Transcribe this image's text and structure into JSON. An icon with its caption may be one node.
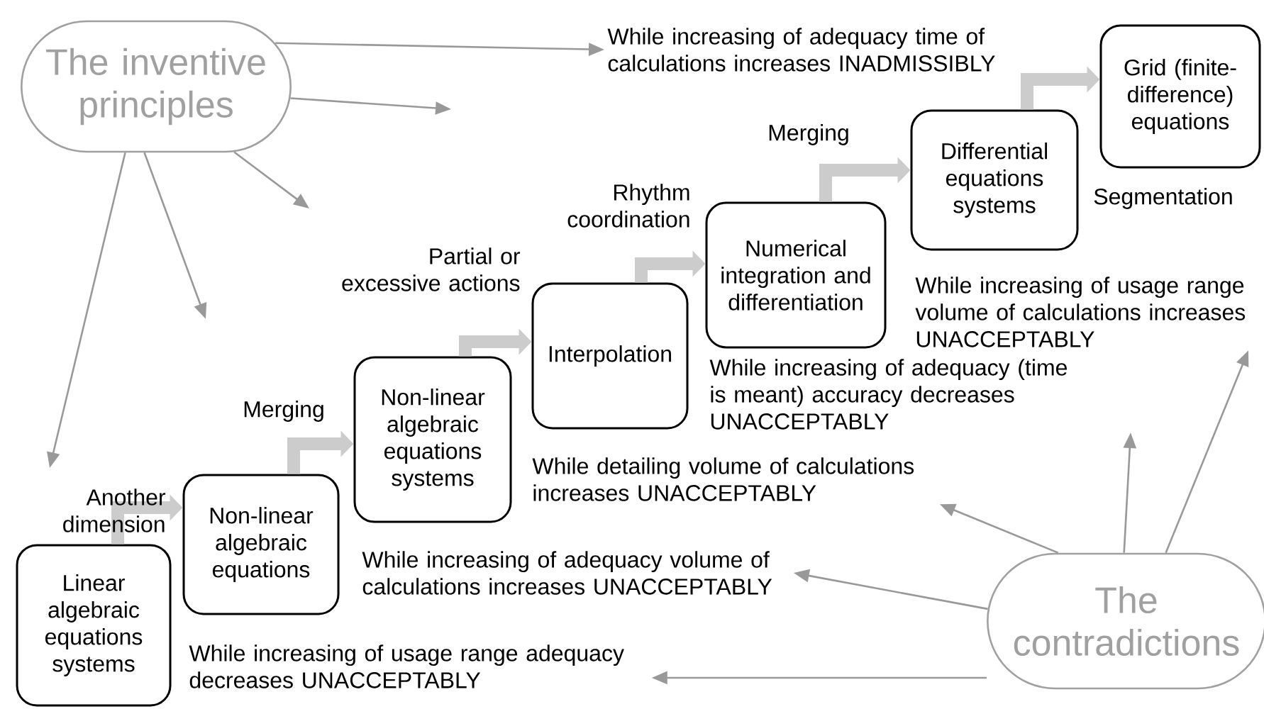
{
  "diagram": {
    "nodes": [
      {
        "text": [
          "The inventive principles"
        ]
      },
      {
        "text": [
          "Linear algebraic equations systems"
        ]
      },
      {
        "text": [
          "Non-linear algebraic equations"
        ]
      },
      {
        "text": [
          "Non-linear algebraic equations systems"
        ]
      },
      {
        "text": [
          "Interpolation"
        ]
      },
      {
        "text": [
          "Numerical integration and differentiation"
        ]
      },
      {
        "text": [
          "Differential equations systems"
        ]
      },
      {
        "text": [
          "Grid (finite-difference) equations"
        ]
      },
      {
        "text": [
          "The contradictions"
        ]
      },
      {
        "text": [
          "While increasing of adequacy time of calculations increases INADMISSIBLY"
        ]
      },
      {
        "text": [
          "While increasing of usage range volume of calculations increases UNACCEPTABLY"
        ]
      },
      {
        "text": [
          "While increasing of adequacy (time is meant) accuracy decreases UNACCEPTABLY"
        ]
      },
      {
        "text": [
          "While detailing volume of calculations increases UNACCEPTABLY"
        ]
      },
      {
        "text": [
          "While increasing of adequacy volume of calculations increases UNACCEPTABLY"
        ]
      },
      {
        "text": [
          "While increasing of usage range adequacy decreases UNACCEPTABLY"
        ]
      }
    ],
    "edges": [
      {
        "from": 0,
        "to": 9,
        "arrow": "to"
      },
      {
        "from": 0,
        "to": null,
        "arrow": "to"
      },
      {
        "from": 0,
        "to": null,
        "arrow": "to"
      },
      {
        "from": 0,
        "to": null,
        "arrow": "to"
      },
      {
        "from": 0,
        "to": null,
        "arrow": "to"
      },
      {
        "from": 1,
        "to": 2,
        "arrow": "to",
        "label": "Another dimension",
        "style": "thick",
        "color": "#cccccc"
      },
      {
        "from": 2,
        "to": 3,
        "arrow": "to",
        "label": "Merging",
        "style": "thick",
        "color": "#cccccc"
      },
      {
        "from": 3,
        "to": 4,
        "arrow": "to",
        "label": "Partial or excessive actions",
        "style": "thick",
        "color": "#cccccc"
      },
      {
        "from": 4,
        "to": 5,
        "arrow": "to",
        "label": "Rhythm coordination",
        "style": "thick",
        "color": "#cccccc"
      },
      {
        "from": 5,
        "to": 6,
        "arrow": "to",
        "label": "Merging",
        "style": "thick",
        "color": "#cccccc"
      },
      {
        "from": 6,
        "to": 7,
        "arrow": "to",
        "label": "Segmentation",
        "style": "thick",
        "color": "#cccccc"
      },
      {
        "from": 8,
        "to": 10,
        "arrow": "to"
      },
      {
        "from": 8,
        "to": 11,
        "arrow": "to"
      },
      {
        "from": 8,
        "to": 12,
        "arrow": "to"
      },
      {
        "from": 8,
        "to": 13,
        "arrow": "to"
      },
      {
        "from": 8,
        "to": 14,
        "arrow": "to"
      }
    ]
  }
}
